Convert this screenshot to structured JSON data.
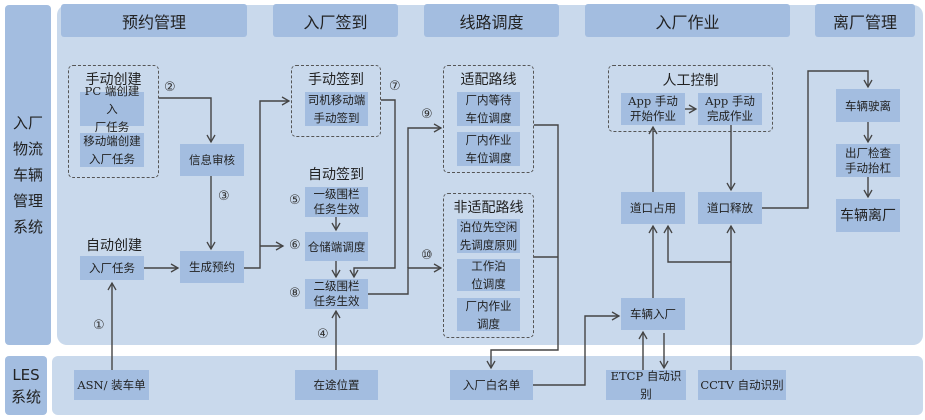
{
  "side_labels": {
    "vms": "入厂\n物流\n车辆\n管理\n系统",
    "les": "LES\n系统"
  },
  "headers": [
    "预约管理",
    "入厂签到",
    "线路调度",
    "入厂作业",
    "离厂管理"
  ],
  "groups": {
    "manual_create": "手动创建",
    "auto_create": "自动创建",
    "manual_checkin": "手动签到",
    "auto_checkin": "自动签到",
    "fit_route": "适配路线",
    "nonfit_route": "非适配路线",
    "manual_control": "人工控制"
  },
  "boxes": {
    "pc_create": "PC 端创建入\n厂任务",
    "mobile_create": "移动端创建\n入厂任务",
    "info_review": "信息审核",
    "inbound_task": "入厂任务",
    "gen_reservation": "生成预约",
    "driver_checkin": "司机移动端\n手动签到",
    "fence1": "一级围栏\n任务生效",
    "warehouse_dispatch": "仓储端调度",
    "fence2": "二级围栏\n任务生效",
    "wait_dispatch": "厂内等待\n车位调度",
    "work_dispatch": "厂内作业\n车位调度",
    "berth_first": "泊位先空闲\n先调度原则",
    "work_berth": "工作泊\n位调度",
    "inplant_work": "厂内作业\n调度",
    "app_start": "App 手动\n开始作业",
    "app_finish": "App 手动\n完成作业",
    "gate_occupy": "道口占用",
    "gate_release": "道口释放",
    "vehicle_enter": "车辆入厂",
    "vehicle_leave_drive": "车辆驶离",
    "exit_check": "出厂检查\n手动抬杠",
    "vehicle_exit": "车辆离厂",
    "asn": "ASN/ 装车单",
    "in_transit": "在途位置",
    "whitelist": "入厂白名单",
    "etcp": "ETCP 自动识别",
    "cctv": "CCTV 自动识别"
  },
  "step_numbers": [
    "①",
    "②",
    "③",
    "④",
    "⑤",
    "⑥",
    "⑦",
    "⑧",
    "⑨",
    "⑩"
  ],
  "colors": {
    "panel": "#c9d9ec",
    "box": "#a3bde0",
    "line": "#444444"
  }
}
